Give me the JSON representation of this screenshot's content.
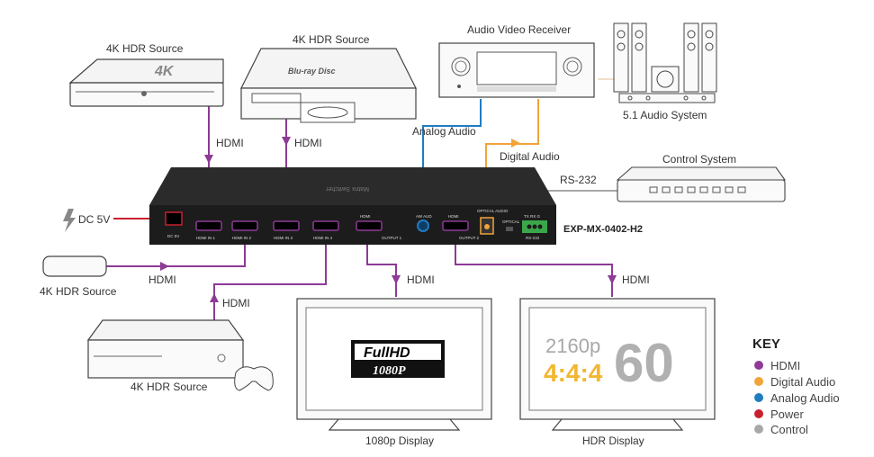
{
  "colors": {
    "hdmi": "#8e3a96",
    "digital_audio": "#f2a33a",
    "analog_audio": "#1f7cc1",
    "power": "#c8202f",
    "control": "#a8a8a8"
  },
  "sources": {
    "top_left": "4K HDR Source",
    "top_mid": "4K HDR Source",
    "left_small": "4K HDR Source",
    "console": "4K HDR Source"
  },
  "logos": {
    "four_k": "4K",
    "bluray": "Blu-ray Disc"
  },
  "avr": {
    "label": "Audio Video Receiver"
  },
  "speakers": {
    "label": "5.1 Audio System"
  },
  "control": {
    "label": "Control System",
    "link": "RS-232"
  },
  "power": {
    "label": "DC 5V"
  },
  "links": {
    "hdmi_1": "HDMI",
    "hdmi_2": "HDMI",
    "hdmi_3": "HDMI",
    "hdmi_4": "HDMI",
    "hdmi_out1": "HDMI",
    "hdmi_out2": "HDMI",
    "analog": "Analog Audio",
    "digital": "Digital Audio"
  },
  "device": {
    "model": "EXP-MX-0402-H2",
    "ports": [
      "DC 5V",
      "HDMI IN 1",
      "HDMI IN 2",
      "HDMI IN 3",
      "HDMI IN 4",
      "OUTPUT 1",
      "OUTPUT 2",
      "RS-232"
    ],
    "small": {
      "hdmi_a": "HDMI",
      "hdmi_b": "HDMI",
      "aud": "AW AUD",
      "opt": "OPTICAL AUDIO",
      "opt2": "OPTICAL",
      "rs": "TX RX G"
    }
  },
  "displays": {
    "left": {
      "label": "1080p Display",
      "badge_top": "FullHD",
      "badge_bottom": "1080P"
    },
    "right": {
      "label": "HDR Display",
      "res": "2160p",
      "chroma": "4:4:4",
      "fps": "60"
    }
  },
  "key": {
    "title": "KEY",
    "items": [
      {
        "label": "HDMI",
        "color": "#8e3a96"
      },
      {
        "label": "Digital Audio",
        "color": "#f2a33a"
      },
      {
        "label": "Analog Audio",
        "color": "#1f7cc1"
      },
      {
        "label": "Power",
        "color": "#c8202f"
      },
      {
        "label": "Control",
        "color": "#a8a8a8"
      }
    ]
  }
}
